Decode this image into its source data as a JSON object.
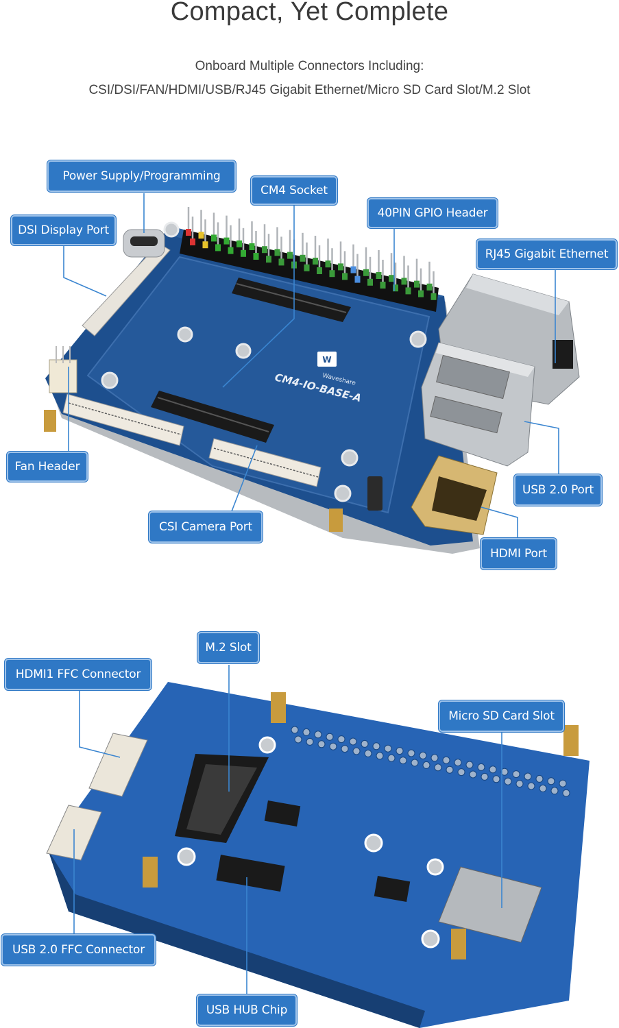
{
  "header": {
    "title": "Compact, Yet Complete",
    "subtitle_line1": "Onboard Multiple Connectors Including:",
    "subtitle_line2": "CSI/DSI/FAN/HDMI/USB/RJ45 Gigabit Ethernet/Micro SD Card Slot/M.2 Slot"
  },
  "top_board": {
    "silkscreen": "CM4-IO-BASE-A",
    "brand": "Waveshare",
    "callouts": {
      "power": "Power Supply/Programming",
      "cm4": "CM4 Socket",
      "gpio": "40PIN GPIO Header",
      "dsi": "DSI Display Port",
      "rj45": "RJ45 Gigabit Ethernet",
      "fan": "Fan Header",
      "usb2": "USB 2.0 Port",
      "csi": "CSI Camera Port",
      "hdmi": "HDMI Port"
    }
  },
  "bottom_board": {
    "callouts": {
      "m2": "M.2 Slot",
      "hdmi1": "HDMI1 FFC Connector",
      "microsd": "Micro SD Card Slot",
      "usbffc": "USB 2.0 FFC Connector",
      "hub": "USB HUB Chip"
    }
  },
  "colors": {
    "pcb": "#1d4f8e",
    "callout": "#2f78c5",
    "leader": "#3a85d0"
  }
}
